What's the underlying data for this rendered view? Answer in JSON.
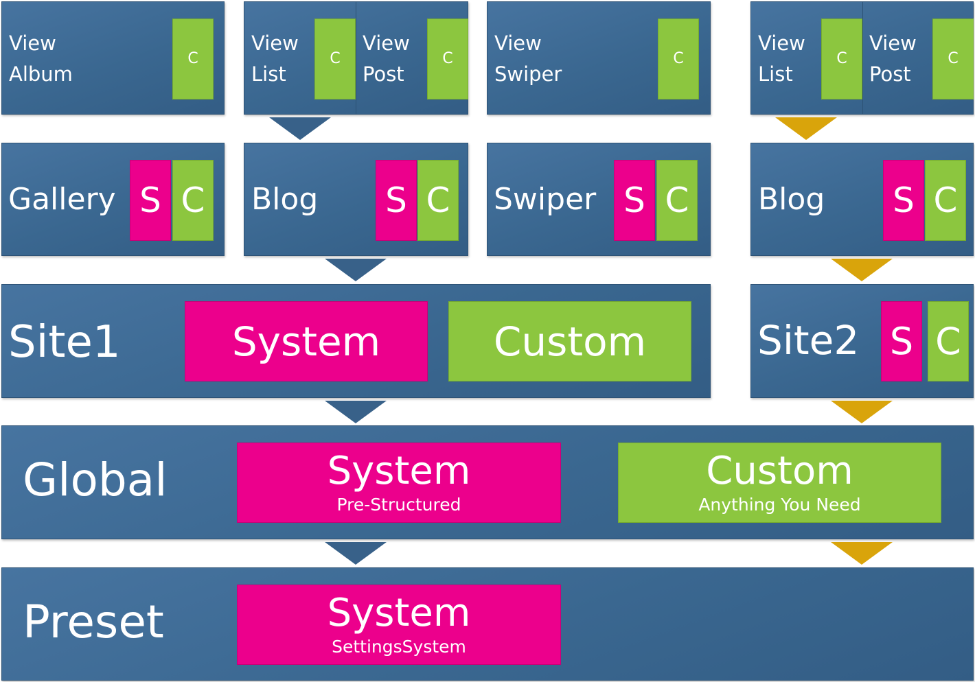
{
  "views": {
    "album": {
      "line1": "View",
      "line2": "Album",
      "c": "C"
    },
    "list1": {
      "line1": "View",
      "line2": "List",
      "c": "C"
    },
    "post1": {
      "line1": "View",
      "line2": "Post",
      "c": "C"
    },
    "swiper": {
      "line1": "View",
      "line2": "Swiper",
      "c": "C"
    },
    "list2": {
      "line1": "View",
      "line2": "List",
      "c": "C"
    },
    "post2": {
      "line1": "View",
      "line2": "Post",
      "c": "C"
    }
  },
  "apps": {
    "gallery": {
      "name": "Gallery",
      "s": "S",
      "c": "C"
    },
    "blog1": {
      "name": "Blog",
      "s": "S",
      "c": "C"
    },
    "swiper": {
      "name": "Swiper",
      "s": "S",
      "c": "C"
    },
    "blog2": {
      "name": "Blog",
      "s": "S",
      "c": "C"
    }
  },
  "site1": {
    "name": "Site1",
    "system": "System",
    "custom": "Custom"
  },
  "site2": {
    "name": "Site2",
    "s": "S",
    "c": "C"
  },
  "global": {
    "name": "Global",
    "system": "System",
    "system_sub": "Pre-Structured",
    "custom": "Custom",
    "custom_sub": "Anything You Need"
  },
  "preset": {
    "name": "Preset",
    "system": "System",
    "system_sub": "SettingsSystem"
  },
  "colors": {
    "system": "#ec008c",
    "custom": "#8cc63f",
    "box": "#3b6891",
    "arrow_blue": "#386189",
    "arrow_gold": "#d9a40b"
  }
}
